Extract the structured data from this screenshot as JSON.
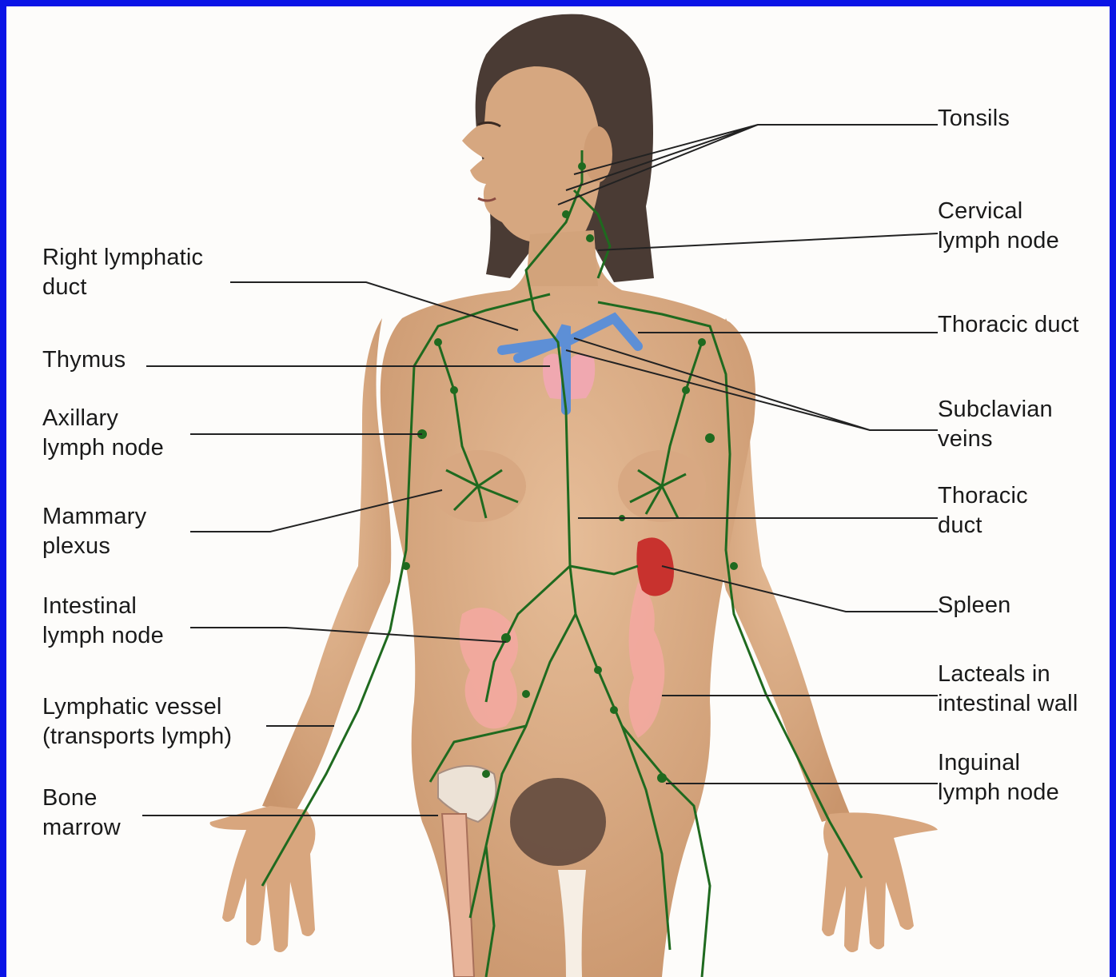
{
  "colors": {
    "frame_border": "#0a14e6",
    "background": "#fdfcfa",
    "skin": "#dcb08a",
    "hair": "#4a3b34",
    "lymph_vessels": "#1f6a1f",
    "veins": "#5d8fd6",
    "thymus": "#f0a8b0",
    "spleen": "#c8322e",
    "intestine": "#f3a8a0",
    "leader_lines": "#222222"
  },
  "diagram": {
    "labels_left": [
      {
        "id": "right-lymphatic-duct",
        "text": "Right lymphatic\nduct"
      },
      {
        "id": "thymus",
        "text": "Thymus"
      },
      {
        "id": "axillary-lymph-node",
        "text": "Axillary\nlymph node"
      },
      {
        "id": "mammary-plexus",
        "text": "Mammary\nplexus"
      },
      {
        "id": "intestinal-lymph-node",
        "text": "Intestinal\nlymph node"
      },
      {
        "id": "lymphatic-vessel",
        "text": "Lymphatic vessel\n(transports lymph)"
      },
      {
        "id": "bone-marrow",
        "text": "Bone\nmarrow"
      }
    ],
    "labels_right": [
      {
        "id": "tonsils",
        "text": "Tonsils"
      },
      {
        "id": "cervical-lymph-node",
        "text": "Cervical\nlymph node"
      },
      {
        "id": "thoracic-duct-upper",
        "text": "Thoracic duct"
      },
      {
        "id": "subclavian-veins",
        "text": "Subclavian\nveins"
      },
      {
        "id": "thoracic-duct-lower",
        "text": "Thoracic\nduct"
      },
      {
        "id": "spleen",
        "text": "Spleen"
      },
      {
        "id": "lacteals",
        "text": "Lacteals in\nintestinal wall"
      },
      {
        "id": "inguinal-lymph-node",
        "text": "Inguinal\nlymph node"
      }
    ]
  }
}
